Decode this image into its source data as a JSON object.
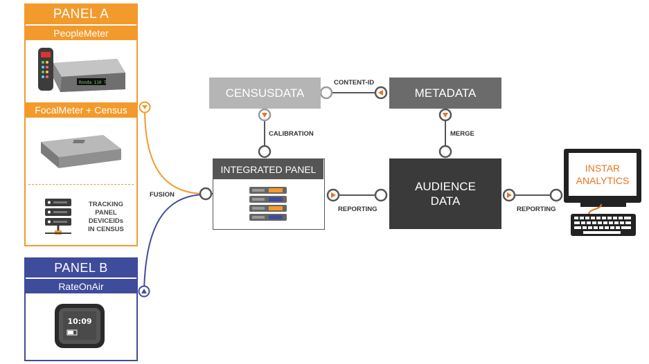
{
  "panel_a": {
    "title": "PANEL A",
    "peoplemeter_label": "PeopleMeter",
    "focalmeter_label": "FocalMeter + Census",
    "tracking_line1": "TRACKING",
    "tracking_line2": "PANEL",
    "tracking_line3": "DEVICEIDs",
    "tracking_line4": "IN CENSUS",
    "peoplemeter_screen": "Rnnda 110 T"
  },
  "panel_b": {
    "title": "PANEL B",
    "rateonair_label": "RateOnAir",
    "device_time": "10:09"
  },
  "nodes": {
    "censusdata": "CENSUSDATA",
    "metadata": "METADATA",
    "integrated_panel": "INTEGRATED PANEL",
    "audience_line1": "AUDIENCE",
    "audience_line2": "DATA",
    "instar_line1": "INSTAR",
    "instar_line2": "ANALYTICS"
  },
  "edges": {
    "content_id": "CONTENT-ID",
    "calibration": "CALIBRATION",
    "merge": "MERGE",
    "fusion": "FUSION",
    "reporting_1": "REPORTING",
    "reporting_2": "REPORTING"
  },
  "colors": {
    "panel_a": "#f39a2c",
    "panel_b": "#3f4b9b",
    "censusdata": "#b5b5b5",
    "metadata": "#6b6b6b",
    "integrated_header": "#555555",
    "audience": "#3a3a3a",
    "analytics_text": "#e8731e"
  }
}
